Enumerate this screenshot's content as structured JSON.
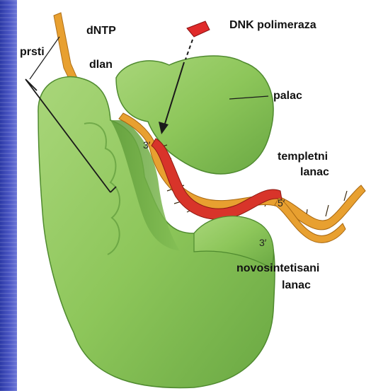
{
  "labels": {
    "title": "DNK polimeraza",
    "dntp": "dNTP",
    "fingers": "prsti",
    "palm": "dlan",
    "thumb": "palac",
    "template_line1": "templetni",
    "template_line2": "lanac",
    "new_strand_line1": "novosintetisani",
    "new_strand_line2": "lanac",
    "five_prime": "5′",
    "three_prime_site": "3′",
    "three_prime_new": "3′"
  },
  "colors": {
    "protein": "#8dc65a",
    "protein_dark": "#5e9a3a",
    "template_strand": "#e8a030",
    "new_strand": "#d8342a",
    "dntp_marker": "#e02a2a",
    "background": "#ffffff",
    "left_band": "#3a46b8"
  }
}
